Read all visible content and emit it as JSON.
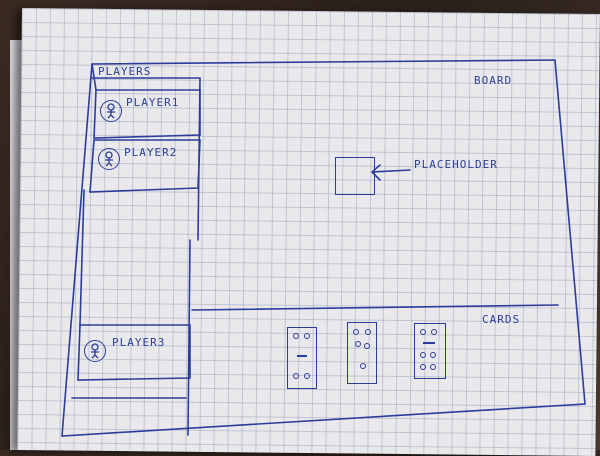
{
  "players_panel": {
    "title": "PLAYERS",
    "players": [
      {
        "name": "PLAYER1"
      },
      {
        "name": "PLAYER2"
      },
      {
        "name": "PLAYER3"
      }
    ]
  },
  "board": {
    "title": "BOARD",
    "placeholder_label": "PLACEHOLDER"
  },
  "cards": {
    "title": "CARDS"
  }
}
